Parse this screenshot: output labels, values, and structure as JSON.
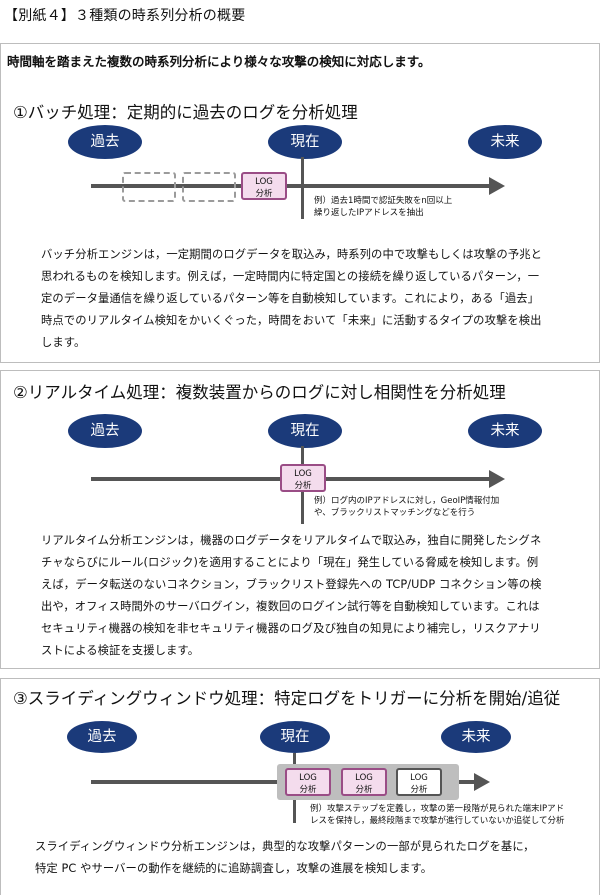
{
  "document": {
    "title": "【別紙４】３種類の時系列分析の概要"
  },
  "intro": {
    "text": "時間軸を踏まえた複数の時系列分析により様々な攻撃の検知に対応します。"
  },
  "timeline_labels": {
    "past": "過去",
    "present": "現在",
    "future": "未来"
  },
  "log_box": {
    "line1": "LOG",
    "line2": "分析"
  },
  "sections": [
    {
      "title": "①バッチ処理：定期的に過去のログを分析処理",
      "note_lines": [
        "例）過去1時間で認証失敗をn回以上",
        "繰り返したIPアドレスを抽出"
      ],
      "body_lines": [
        "バッチ分析エンジンは，一定期間のログデータを取込み，時系列の中で攻撃もしくは攻撃の予兆と",
        "思われるものを検知します。例えば，一定時間内に特定国との接続を繰り返しているパターン，一",
        "定のデータ量通信を繰り返しているパターン等を自動検知しています。これにより，ある「過去」",
        "時点でのリアルタイム検知をかいくぐった，時間をおいて「未来」に活動するタイプの攻撃を検出",
        "します。"
      ]
    },
    {
      "title": "②リアルタイム処理：複数装置からのログに対し相関性を分析処理",
      "note_lines": [
        "例）ログ内のIPアドレスに対し，GeoIP情報付加",
        "や、ブラックリストマッチングなどを行う"
      ],
      "body_lines": [
        "リアルタイム分析エンジンは，機器のログデータをリアルタイムで取込み，独自に開発したシグネ",
        "チャならびにルール(ロジック)を適用することにより「現在」発生している脅威を検知します。例",
        "えば，データ転送のないコネクション，ブラックリスト登録先への TCP/UDP コネクション等の検",
        "出や，オフィス時間外のサーバログイン，複数回のログイン試行等を自動検知しています。これは",
        "セキュリティ機器の検知を非セキュリティ機器のログ及び独自の知見により補完し，リスクアナリ",
        "ストによる検証を支援します。"
      ]
    },
    {
      "title": "③スライディングウィンドウ処理：特定ログをトリガーに分析を開始/追従",
      "note_lines": [
        "例）攻撃ステップを定義し，攻撃の第一段階が見られた端末IPアド",
        "レスを保持し，最終段階まで攻撃が進行していないか追従して分析"
      ],
      "body_lines": [
        "スライディングウィンドウ分析エンジンは，典型的な攻撃パターンの一部が見られたログを基に，",
        "特定 PC やサーバーの動作を継続的に追跡調査し，攻撃の進展を検知します。"
      ]
    }
  ]
}
